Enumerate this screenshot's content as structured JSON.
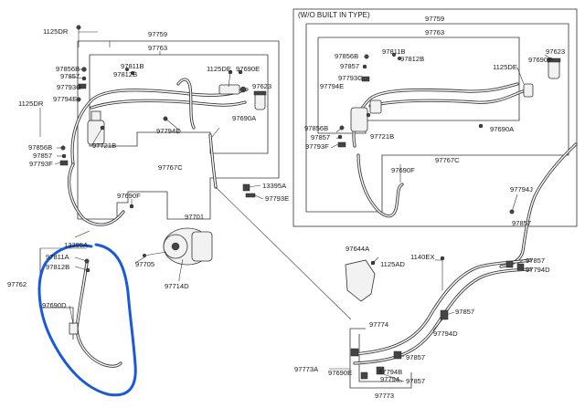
{
  "inset_header": "(W/O BUILT IN TYPE)",
  "labels": {
    "l_1125DR_top": "1125DR",
    "l_97759_main": "97759",
    "l_97763_main": "97763",
    "l_97856B_a": "97856B",
    "l_97857_a": "97857",
    "l_97793G_a": "97793G",
    "l_97794E_a": "97794E",
    "l_1125DR_left": "1125DR",
    "l_97811B_a": "97811B",
    "l_97812B_a": "97812B",
    "l_1125DE_a": "1125DE",
    "l_97690E_a": "97690E",
    "l_97623_a": "97623",
    "l_97690A_a": "97690A",
    "l_97794E_b": "97794E",
    "l_97721B_a": "97721B",
    "l_97856B_b": "97856B",
    "l_97857_b": "97857",
    "l_97793F_a": "97793F",
    "l_97767C_a": "97767C",
    "l_13395A_a": "13395A",
    "l_97793E_a": "97793E",
    "l_97690F_a": "97690F",
    "l_97701_a": "97701",
    "l_13395A_b": "13395A",
    "l_97811A_a": "97811A",
    "l_97812B_b": "97812B",
    "l_97762_a": "97762",
    "l_97690D_a": "97690D",
    "l_97705_a": "97705",
    "l_97714D_a": "97714D",
    "l_97759_ins": "97759",
    "l_97763_ins": "97763",
    "l_97856B_ins": "97856B",
    "l_97857_ins": "97857",
    "l_97811B_ins": "97811B",
    "l_97812B_ins": "97812B",
    "l_97793G_ins": "97793G",
    "l_97794E_ins": "97794E",
    "l_97623_ins": "97623",
    "l_97690E_ins": "97690E",
    "l_1125DE_ins": "1125DE",
    "l_97856B_ins2": "97856B",
    "l_97857_ins2": "97857",
    "l_97793F_ins": "97793F",
    "l_97721B_ins": "97721B",
    "l_97690A_ins": "97690A",
    "l_97767C_ins": "97767C",
    "l_97690F_ins": "97690F",
    "l_97794J_a": "97794J",
    "l_97857_c": "97857",
    "l_97644A_a": "97644A",
    "l_1125AD_a": "1125AD",
    "l_1140EX_a": "1140EX",
    "l_97857_d": "97857",
    "l_97794D_a": "97794D",
    "l_97857_e": "97857",
    "l_97774_a": "97774",
    "l_97794D_b": "97794D",
    "l_97857_f": "97857",
    "l_97773A_a": "97773A",
    "l_97690E_b": "97690E",
    "l_97794B_a": "97794B",
    "l_97794_a": "97794",
    "l_97857_g": "97857",
    "l_97773_a": "97773"
  },
  "colors": {
    "annotation": "#1a5ad8",
    "line": "#333333",
    "background": "#ffffff"
  }
}
